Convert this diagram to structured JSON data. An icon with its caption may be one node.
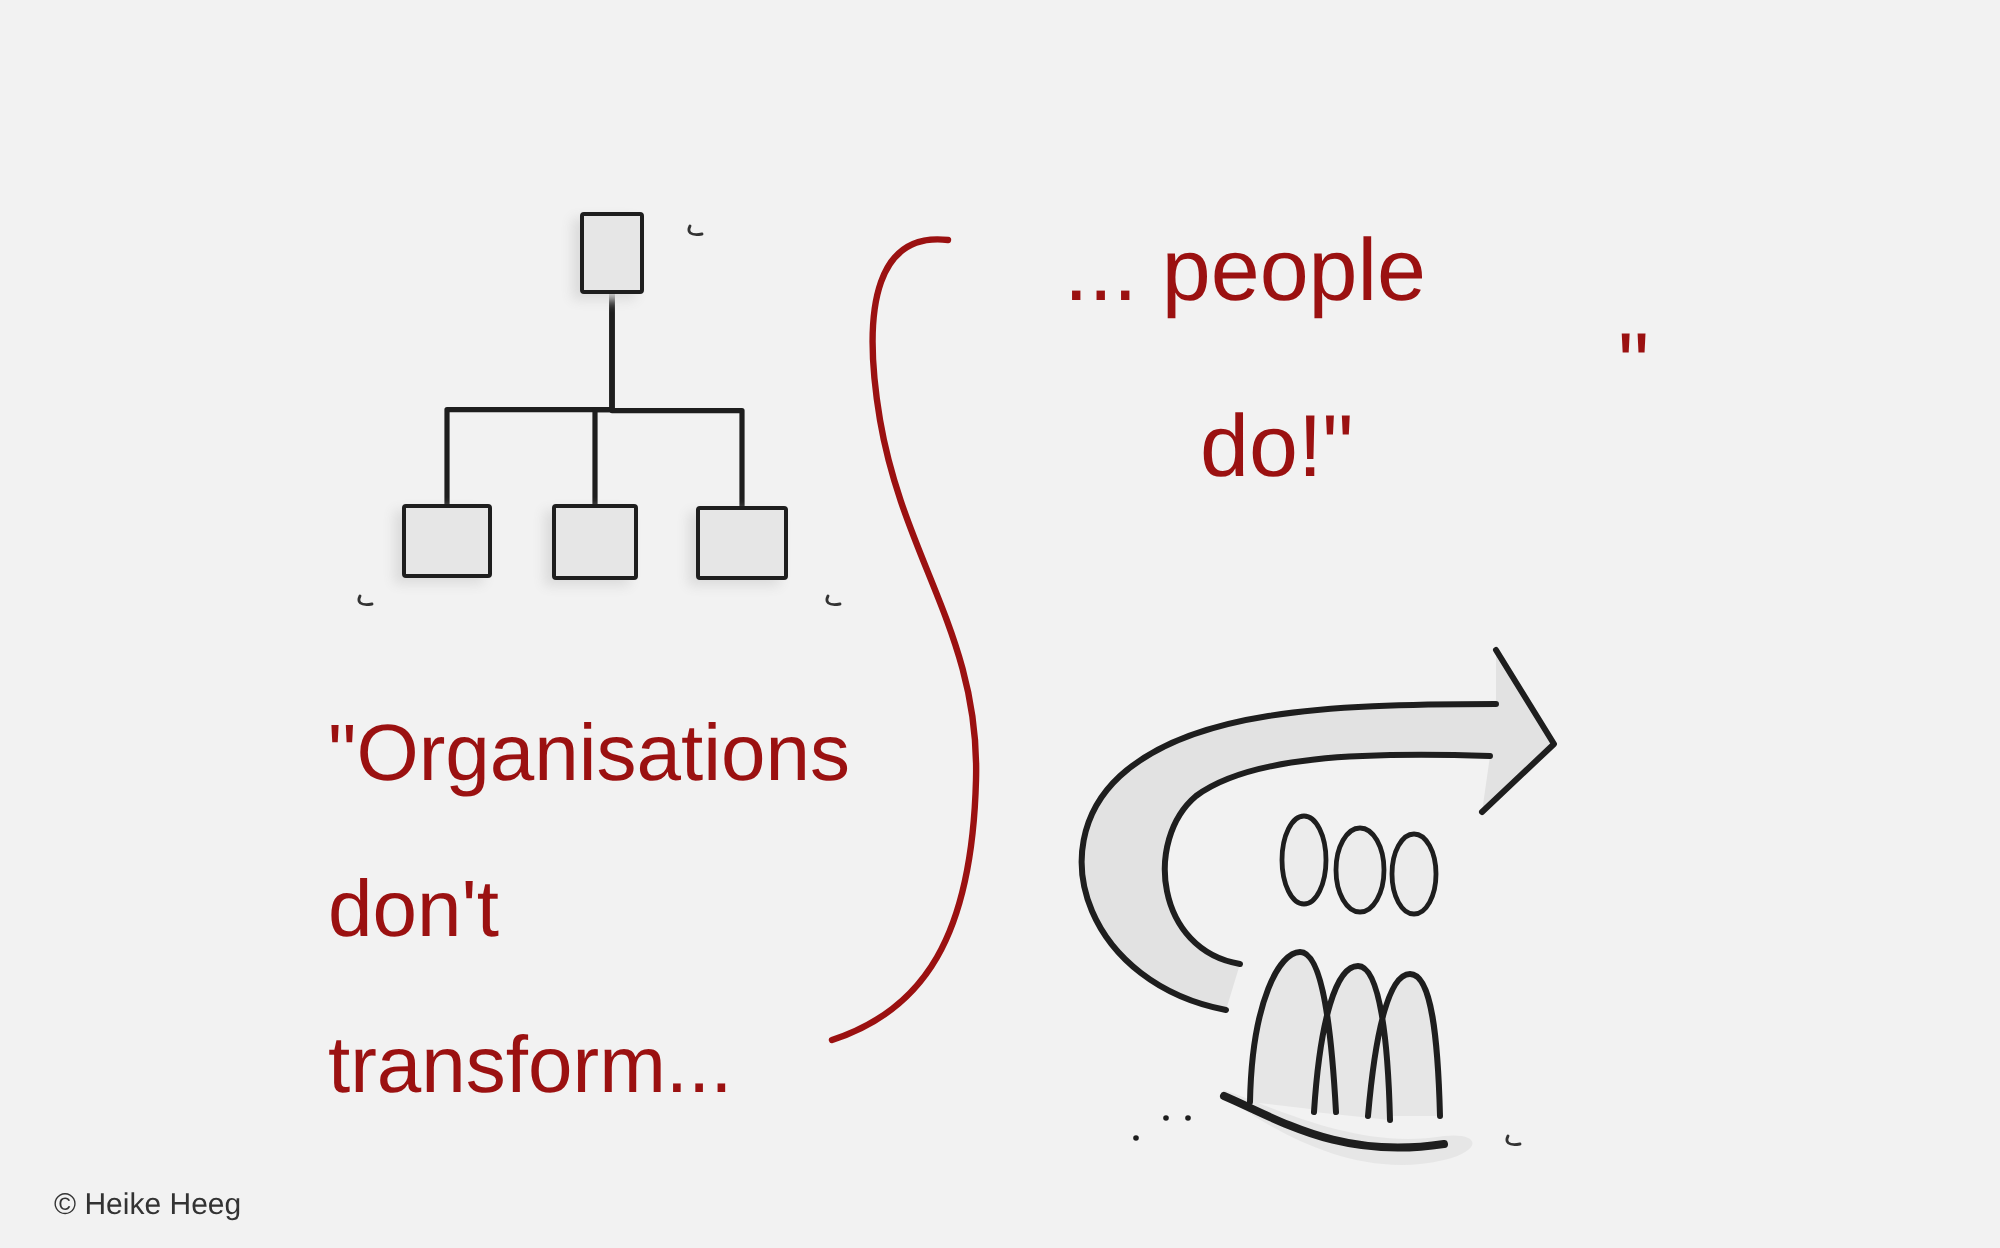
{
  "diagram": {
    "nodes": [
      {
        "text": [],
        "shape": "box"
      },
      {
        "text": [],
        "shape": "box"
      },
      {
        "text": [],
        "shape": "box"
      },
      {
        "text": [],
        "shape": "box"
      }
    ],
    "edges": [
      {
        "from": 0,
        "to": 1,
        "arrow": "none"
      },
      {
        "from": 0,
        "to": 2,
        "arrow": "none"
      },
      {
        "from": 0,
        "to": 3,
        "arrow": "none"
      }
    ],
    "labels": [
      "\"Organisations don't transform...",
      "... people do!\"",
      "\"",
      "© Heike Heeg"
    ]
  }
}
